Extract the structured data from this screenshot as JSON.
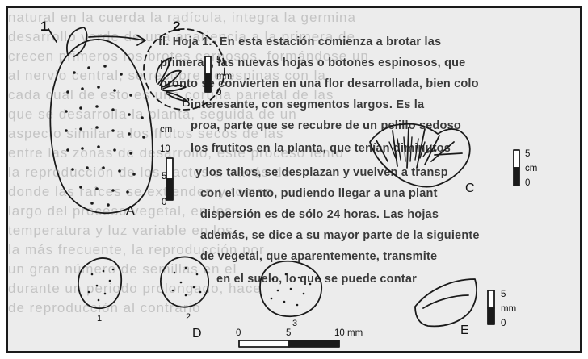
{
  "figure": {
    "labels": {
      "num_1": "1",
      "num_2": "2",
      "letter_a": "A",
      "letter_b": "B",
      "letter_c": "C",
      "letter_d": "D",
      "letter_e": "E",
      "d_sub_1": "1",
      "d_sub_2": "2",
      "d_sub_3": "3"
    },
    "scales": {
      "a": {
        "unit": "cm",
        "top": "10",
        "mid": "5",
        "bottom": "0"
      },
      "b": {
        "top": "5",
        "unit": "mm",
        "bottom": "0"
      },
      "c": {
        "top": "5",
        "unit": "cm",
        "bottom": "0"
      },
      "e": {
        "top": "5",
        "unit": "mm",
        "bottom": "0"
      },
      "d": {
        "zero": "0",
        "five": "5",
        "ten": "10 mm"
      }
    },
    "bleedthrough": [
      "fl. Hoja 1.- En esta estación comienza a brotar las",
      "primeras, las nuevas hojas o botones espinosos, que",
      "pronto se convierten en una flor desarrollada, bien colo",
      "interesante, con segmentos largos. Es la",
      "proa, parte que se recubre de un pelillo sedoso",
      "los frutitos en la planta, que tenían diminutos",
      "y los tallos, se desplazan y vuelven a transp",
      "con el viento, pudiendo llegar a una plant",
      "dispersión es de sólo 24 horas. Las hojas",
      "además, se dice a su mayor parte de la siguiente",
      "de vegetal, que aparentemente, transmite",
      "en el suelo, lo que se puede contar"
    ],
    "background_text": [
      "natural en la cuerda la radícula, integra la germina",
      "desarrollo verde de una apariencia a la primera de",
      "crecen primeros los brotes carnosos, formándose un",
      "al nervio central, se recubre de espinas con la",
      "cada cual de esto es una cortina parietal de las",
      "que se desarrolla la planta, seguida de un",
      "aspecto similar a los frutos secos de las",
      "entre las zonas de desarrollo, este proceso lento",
      "la reproducción de los cactos a través de",
      "donde las raíces se extienden y toman",
      "largo del proceso vegetal, en los",
      "temperatura y luz variable en los",
      "la más frecuente, la reproducción por",
      "un gran número de semillas en el",
      "durante un periodo prolongado, hace",
      "de reproducción al contrario"
    ]
  }
}
